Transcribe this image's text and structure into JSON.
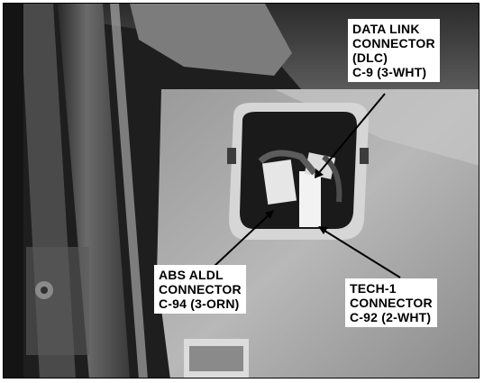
{
  "callouts": {
    "dlc": [
      "DATA LINK",
      "CONNECTOR",
      "(DLC)",
      "C-9 (3-WHT)"
    ],
    "abs": [
      "ABS ALDL",
      "CONNECTOR",
      "C-94 (3-ORN)"
    ],
    "tech": [
      "TECH-1",
      "CONNECTOR",
      "C-92 (2-WHT)"
    ]
  }
}
